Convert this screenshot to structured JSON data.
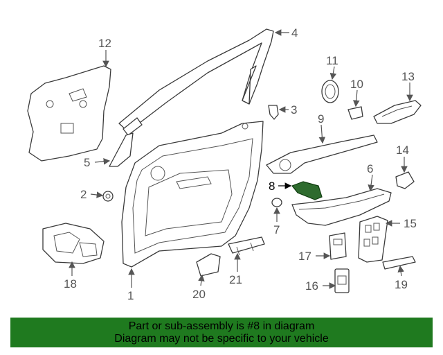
{
  "diagram": {
    "callouts": {
      "p1": "1",
      "p2": "2",
      "p3": "3",
      "p4": "4",
      "p5": "5",
      "p6": "6",
      "p7": "7",
      "p8": "8",
      "p9": "9",
      "p10": "10",
      "p11": "11",
      "p12": "12",
      "p13": "13",
      "p14": "14",
      "p15": "15",
      "p16": "16",
      "p17": "17",
      "p18": "18",
      "p19": "19",
      "p20": "20",
      "p21": "21"
    },
    "highlighted_part": "8",
    "highlight_color": "#2e6b2e"
  },
  "banner": {
    "line1": "Part or sub-assembly is #8 in diagram",
    "line2": "Diagram may not be specific to your vehicle",
    "color": "#1f7a1f"
  }
}
